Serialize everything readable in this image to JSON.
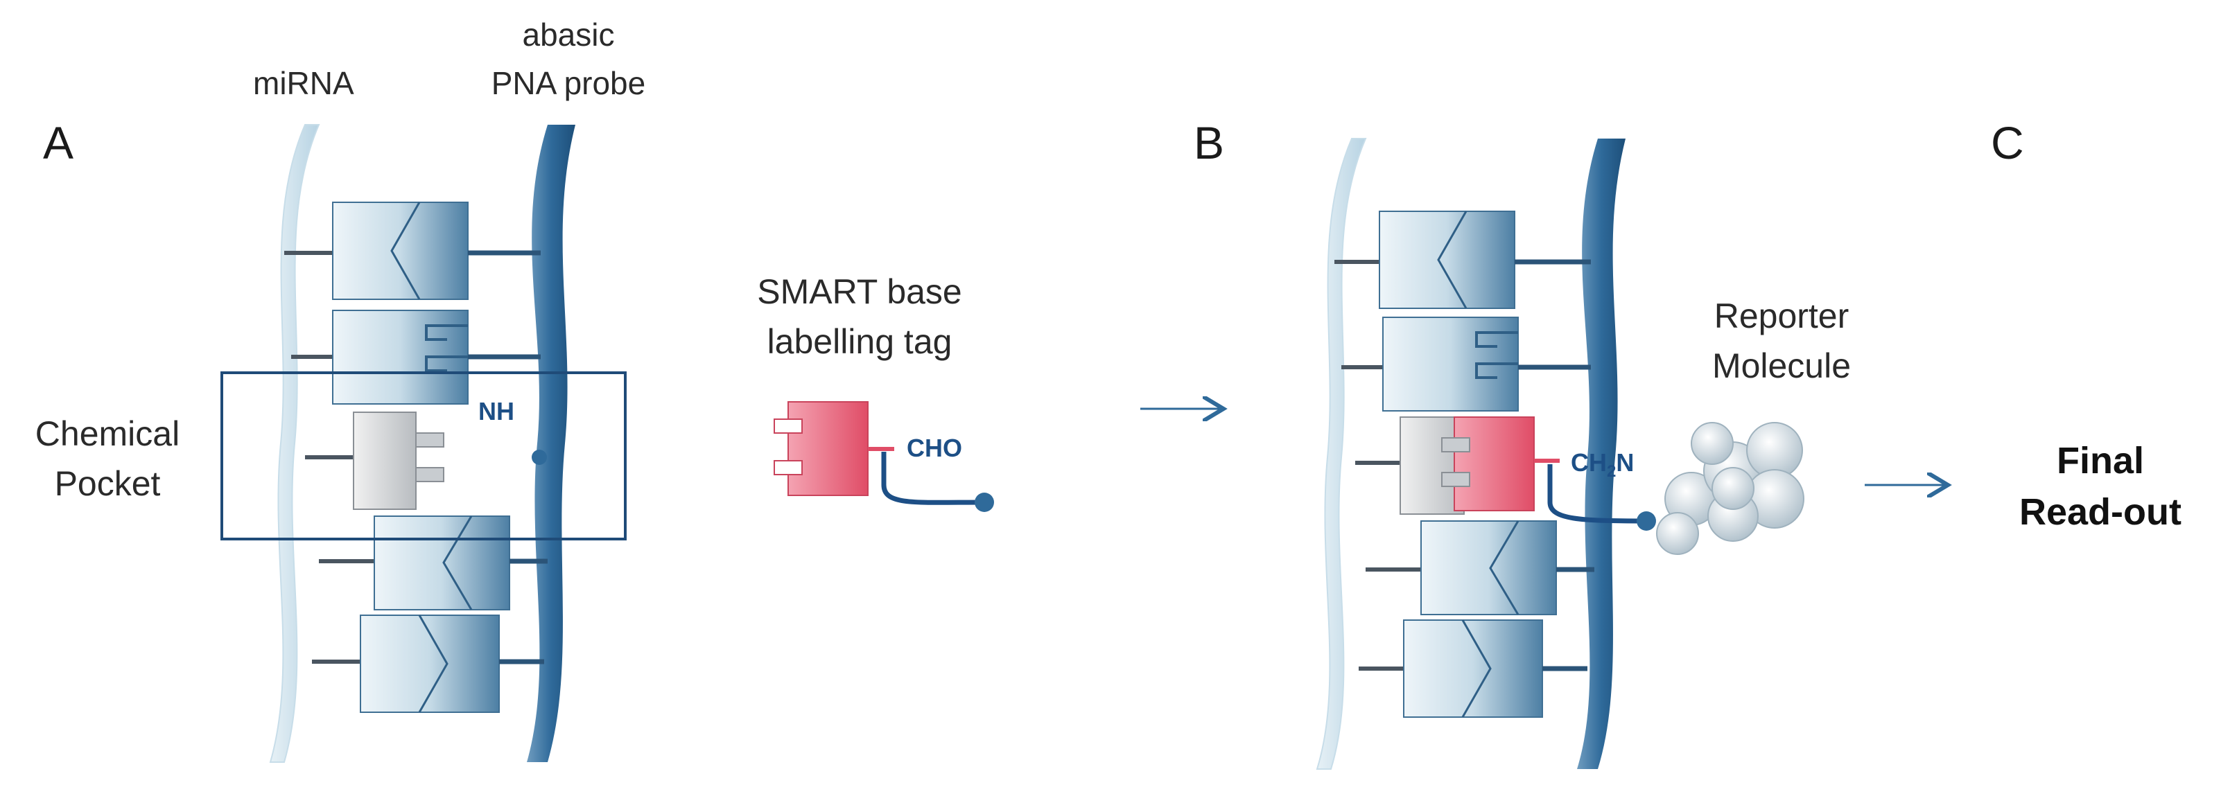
{
  "panels": {
    "a": "A",
    "b": "B",
    "c": "C"
  },
  "strands": {
    "mirna": "miRNA",
    "probe_line1": "abasic",
    "probe_line2": "PNA probe"
  },
  "pocket": {
    "line1": "Chemical",
    "line2": "Pocket"
  },
  "probe_group": "NH",
  "tag": {
    "line1": "SMART base",
    "line2": "labelling tag",
    "group": "CHO"
  },
  "reporter": {
    "line1": "Reporter",
    "line2": "Molecule",
    "linkage_main": "CH",
    "linkage_sub": "2",
    "linkage_end": "N"
  },
  "readout": {
    "line1": "Final",
    "line2": "Read-out"
  },
  "colors": {
    "probe_blue": "#2f6a9a",
    "rna_light": "#cfe3ee",
    "smart_pink": "#e8566f",
    "text_blue": "#1d4f86",
    "arrow": "#2f6a9a"
  }
}
